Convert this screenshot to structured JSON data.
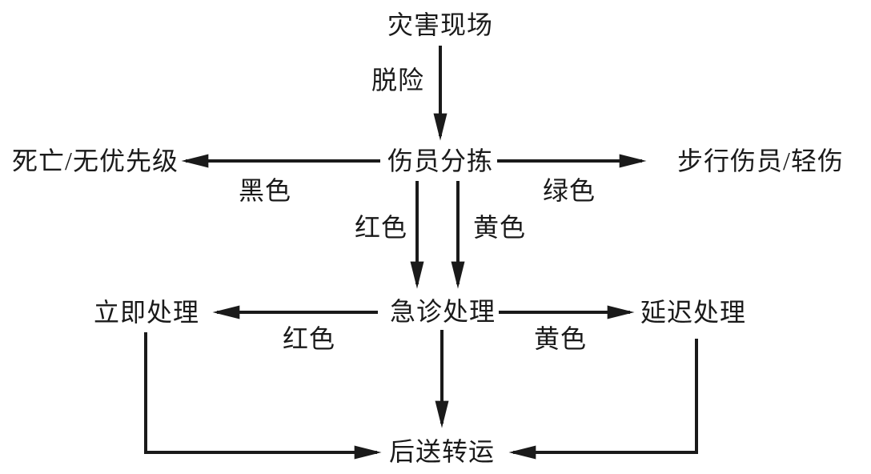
{
  "diagram": {
    "nodes": {
      "disaster_scene": "灾害现场",
      "triage": "伤员分拣",
      "death_no_priority": "死亡/无优先级",
      "walking_wounded": "步行伤员/轻伤",
      "emergency_treatment": "急诊处理",
      "immediate_treatment": "立即处理",
      "delayed_treatment": "延迟处理",
      "evacuation_transfer": "后送转运"
    },
    "edge_labels": {
      "escape": "脱险",
      "black": "黑色",
      "green": "绿色",
      "red_upper": "红色",
      "yellow_upper": "黄色",
      "red_lower": "红色",
      "yellow_lower": "黄色"
    },
    "colors": {
      "line": "#1a1a1a",
      "text": "#1a1a1a",
      "background": "#ffffff"
    }
  }
}
